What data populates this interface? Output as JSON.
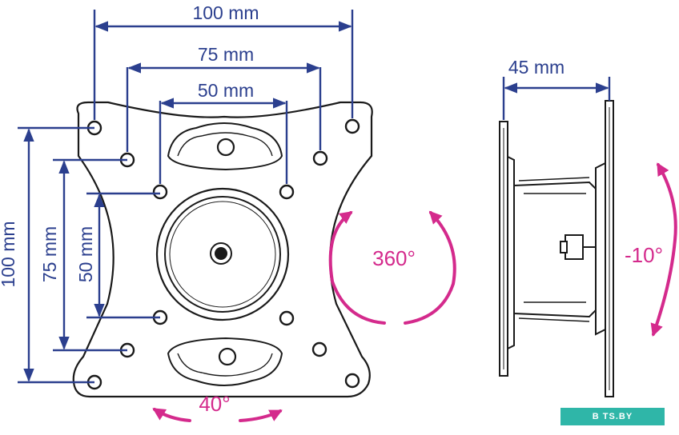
{
  "colors": {
    "dimension": "#2b3f8e",
    "rotation": "#d42a8c",
    "outline": "#1a1a1a",
    "watermark": "#2fb6a8"
  },
  "front_view": {
    "horizontal_dims": [
      "100 mm",
      "75 mm",
      "50 mm"
    ],
    "vertical_dims": [
      "100 mm",
      "75 mm",
      "50 mm"
    ],
    "rotation_label": "360°",
    "swivel_label": "40°"
  },
  "side_view": {
    "depth_dim": "45 mm",
    "tilt_label": "-10°"
  },
  "watermark": {
    "text": "B TS.BY"
  }
}
